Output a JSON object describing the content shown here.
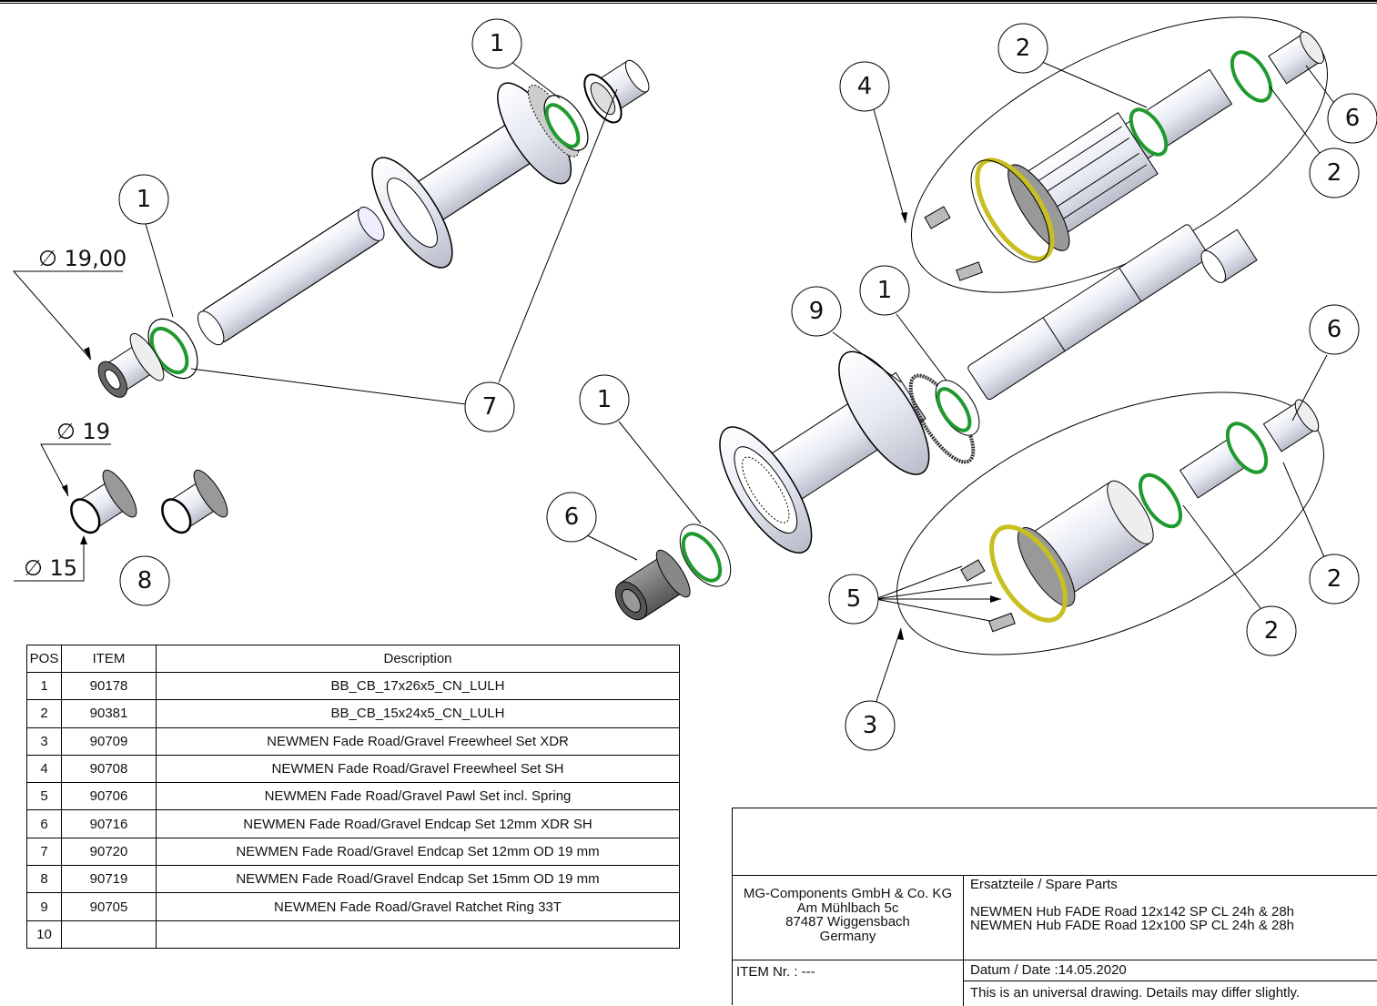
{
  "balloons": [
    {
      "label": "1",
      "name": "balloon-1-top"
    },
    {
      "label": "1",
      "name": "balloon-1-left"
    },
    {
      "label": "7",
      "name": "balloon-7"
    },
    {
      "label": "8",
      "name": "balloon-8"
    },
    {
      "label": "2",
      "name": "balloon-2-sh-top"
    },
    {
      "label": "4",
      "name": "balloon-4"
    },
    {
      "label": "6",
      "name": "balloon-6-sh"
    },
    {
      "label": "2",
      "name": "balloon-2-sh-right"
    },
    {
      "label": "9",
      "name": "balloon-9"
    },
    {
      "label": "1",
      "name": "balloon-1-mid"
    },
    {
      "label": "6",
      "name": "balloon-6-xdr"
    },
    {
      "label": "1",
      "name": "balloon-1-lower"
    },
    {
      "label": "6",
      "name": "balloon-6-left"
    },
    {
      "label": "5",
      "name": "balloon-5"
    },
    {
      "label": "2",
      "name": "balloon-2-xdr-right"
    },
    {
      "label": "2",
      "name": "balloon-2-xdr-mid"
    },
    {
      "label": "3",
      "name": "balloon-3"
    }
  ],
  "dimensions": {
    "endcap_od": "∅ 19,00",
    "endcap8_od": "∅ 19",
    "endcap8_id": "∅ 15"
  },
  "bom": {
    "headers": {
      "pos": "POS",
      "item": "ITEM",
      "description": "Description"
    },
    "rows": [
      {
        "pos": "1",
        "item": "90178",
        "description": "BB_CB_17x26x5_CN_LULH"
      },
      {
        "pos": "2",
        "item": "90381",
        "description": "BB_CB_15x24x5_CN_LULH"
      },
      {
        "pos": "3",
        "item": "90709",
        "description": "NEWMEN Fade Road/Gravel Freewheel Set XDR"
      },
      {
        "pos": "4",
        "item": "90708",
        "description": "NEWMEN Fade Road/Gravel Freewheel Set SH"
      },
      {
        "pos": "5",
        "item": "90706",
        "description": "NEWMEN Fade Road/Gravel Pawl Set incl. Spring"
      },
      {
        "pos": "6",
        "item": "90716",
        "description": "NEWMEN Fade Road/Gravel Endcap Set 12mm XDR SH"
      },
      {
        "pos": "7",
        "item": "90720",
        "description": "NEWMEN Fade Road/Gravel Endcap Set 12mm OD 19 mm"
      },
      {
        "pos": "8",
        "item": "90719",
        "description": "NEWMEN Fade Road/Gravel Endcap Set 15mm OD 19 mm"
      },
      {
        "pos": "9",
        "item": "90705",
        "description": "NEWMEN Fade Road/Gravel Ratchet Ring 33T"
      },
      {
        "pos": "10",
        "item": "",
        "description": ""
      }
    ]
  },
  "title_block": {
    "company": [
      "MG-Components GmbH & Co. KG",
      "Am Mühlbach 5c",
      "87487 Wiggensbach",
      "Germany"
    ],
    "doc_type": "Ersatzteile / Spare Parts",
    "product_lines": [
      "NEWMEN Hub FADE Road 12x142 SP CL 24h & 28h",
      "NEWMEN Hub FADE Road 12x100 SP CL 24h & 28h"
    ],
    "item_nr": "ITEM Nr. : ---",
    "date": "Datum / Date :14.05.2020",
    "disclaimer": "This is an universal drawing. Details may differ slightly."
  },
  "colors": {
    "bearing_seal": "#1f9a2e",
    "lockring": "#c8c020",
    "metal": "#e4e8f2",
    "endcap_dark": "#7a7a7a"
  }
}
